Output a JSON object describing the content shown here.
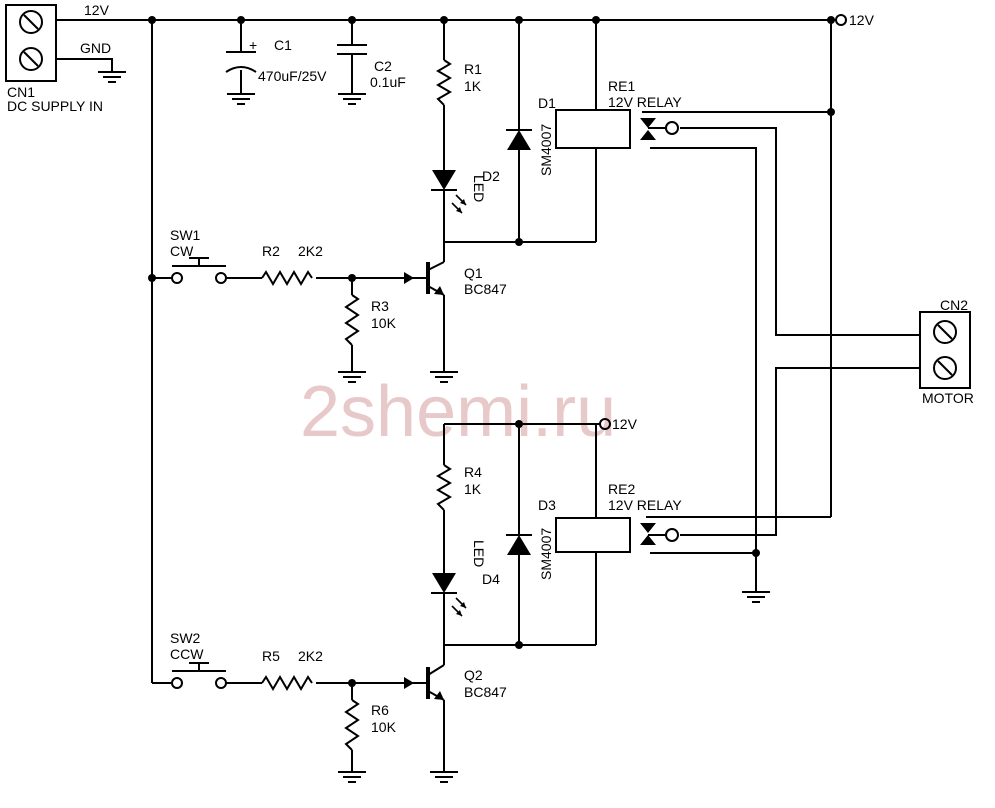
{
  "watermark": "2shemi.ru",
  "labels": {
    "top_rail": "12V",
    "top_right": "12V",
    "mid_right": "12V",
    "cn1_gnd": "GND",
    "cn1_name": "CN1",
    "cn1_desc": "DC SUPPLY IN",
    "c1_name": "C1",
    "c1_plus": "+",
    "c1_value": "470uF/25V",
    "c2_name": "C2",
    "c2_value": "0.1uF",
    "r1_name": "R1",
    "r1_value": "1K",
    "d1_name": "D1",
    "d1_part": "SM4007",
    "re1_name": "RE1",
    "re1_desc": "12V RELAY",
    "led1_word": "LED",
    "d2_name": "D2",
    "sw1_name": "SW1",
    "sw1_desc": "CW",
    "r2_name": "R2",
    "r2_value": "2K2",
    "q1_name": "Q1",
    "q1_part": "BC847",
    "r3_name": "R3",
    "r3_value": "10K",
    "cn2_name": "CN2",
    "cn2_desc": "MOTOR",
    "r4_name": "R4",
    "r4_value": "1K",
    "d3_name": "D3",
    "d3_part": "SM4007",
    "re2_name": "RE2",
    "re2_desc": "12V RELAY",
    "led2_word": "LED",
    "d4_name": "D4",
    "sw2_name": "SW2",
    "sw2_desc": "CCW",
    "r5_name": "R5",
    "r5_value": "2K2",
    "q2_name": "Q2",
    "q2_part": "BC847",
    "r6_name": "R6",
    "r6_value": "10K"
  }
}
